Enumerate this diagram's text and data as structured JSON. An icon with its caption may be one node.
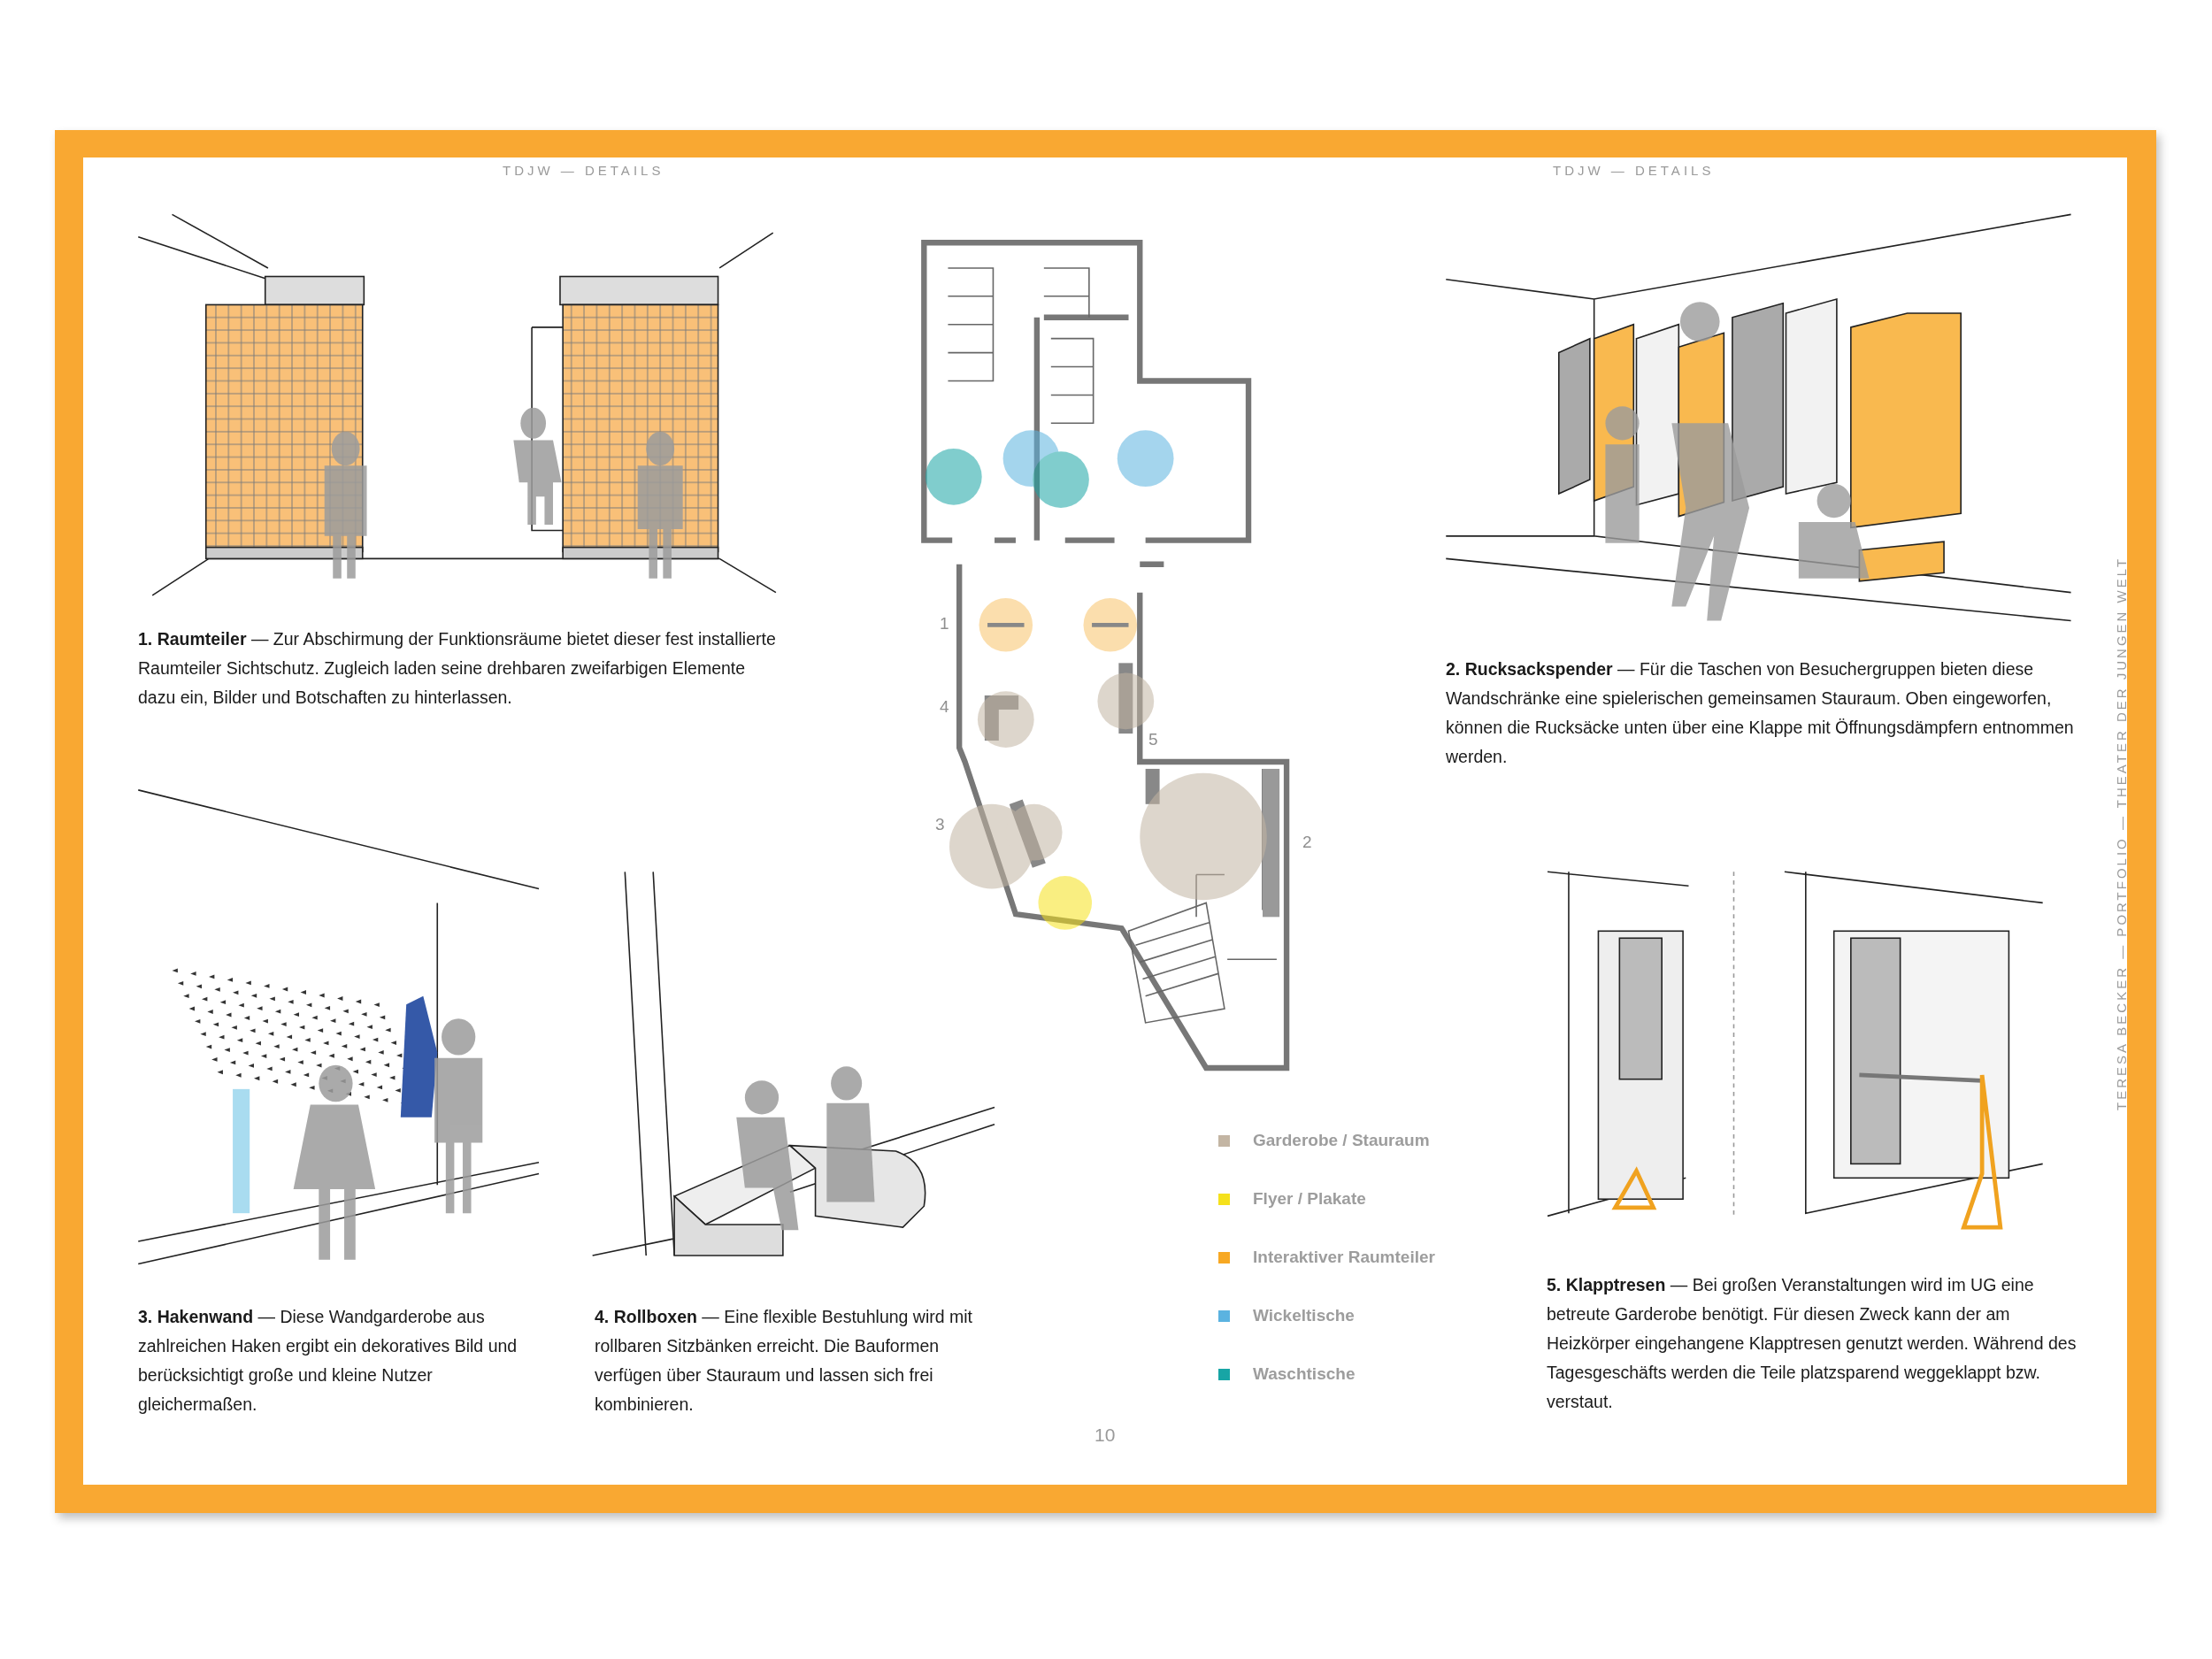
{
  "diagram": {
    "labels": [
      "TDJW — DETAILS",
      "TDJW — DETAILS",
      "**1. Raumteiler** — Zur Abschirmung der Funktionsräume bietet dieser fest installierte Raumteiler Sichtschutz. Zugleich laden seine drehbaren zweifarbigen Elemente dazu ein, Bilder und Botschaften zu hinterlassen.",
      "1",
      "4",
      "5",
      "3",
      "2",
      "**2. Rucksackspender** — Für die Taschen von Besuchergruppen bieten diese Wandschränke eine spielerischen gemeinsamen Stauraum. Oben eingeworfen, können die Rucksäcke unten über eine Klappe mit Öffnungsdämpfern entnommen werden.",
      "**3. Hakenwand** — Diese Wandgarderobe aus zahlreichen Haken ergibt ein dekoratives Bild und berücksichtigt große und kleine Nutzer gleichermaßen.",
      "**4. Rollboxen** — Eine flexible Bestuhlung wird mit rollbaren Sitzbänken erreicht. Die Bauformen verfügen über Stauraum und lassen sich frei kombinieren.",
      "**5. Klapptresen** — Bei großen Veranstaltungen wird im UG eine betreute Garderobe benötigt. Für diesen Zweck kann der am Heizkörper eingehangene Klapptresen genutzt werden. Während des Tagesgeschäfts werden die Teile platzsparend weggeklappt bzw. verstaut.",
      "10",
      "TERESA BECKER — PORTFOLIO — THEATER DER JUNGEN WELT"
    ],
    "legend": [
      {
        "text": "Garderobe / Stauraum",
        "color": "#c3b5a3"
      },
      {
        "text": "Flyer / Plakate",
        "color": "#f5e11c"
      },
      {
        "text": "Interaktiver Raumteiler",
        "color": "#f7a823"
      },
      {
        "text": "Wickeltische",
        "color": "#5bb3e0"
      },
      {
        "text": "Waschtische",
        "color": "#17a5a5"
      }
    ]
  }
}
